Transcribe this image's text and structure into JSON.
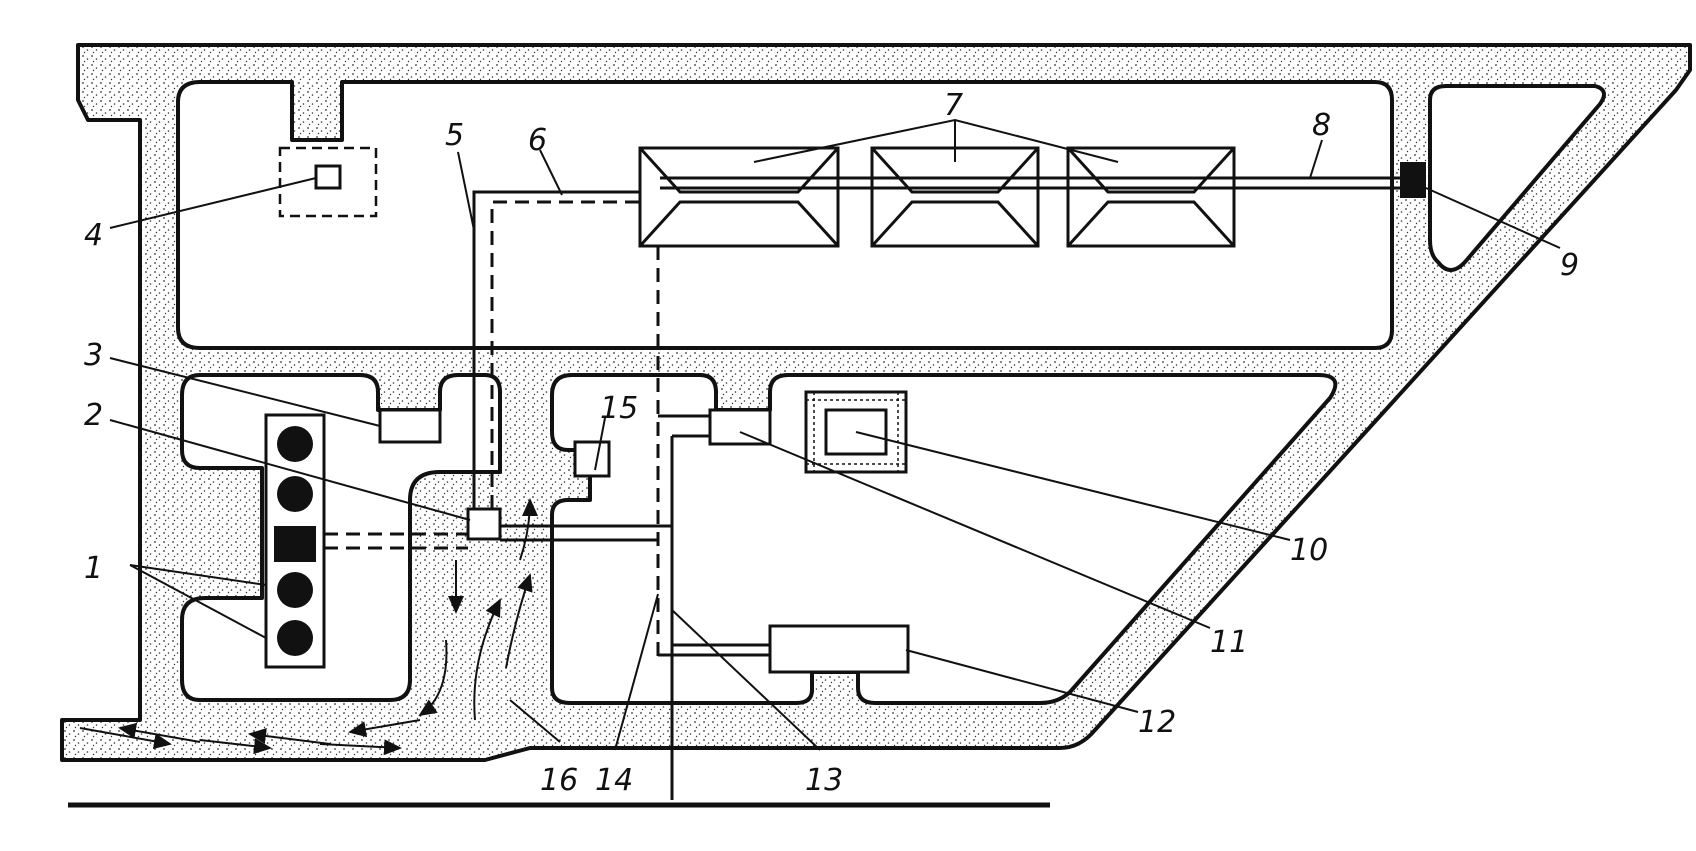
{
  "diagram": {
    "callouts": [
      {
        "id": "c1",
        "label": "1"
      },
      {
        "id": "c2",
        "label": "2"
      },
      {
        "id": "c3",
        "label": "3"
      },
      {
        "id": "c4",
        "label": "4"
      },
      {
        "id": "c5",
        "label": "5"
      },
      {
        "id": "c6",
        "label": "6"
      },
      {
        "id": "c7",
        "label": "7"
      },
      {
        "id": "c8",
        "label": "8"
      },
      {
        "id": "c9",
        "label": "9"
      },
      {
        "id": "c10",
        "label": "10"
      },
      {
        "id": "c11",
        "label": "11"
      },
      {
        "id": "c12",
        "label": "12"
      },
      {
        "id": "c13",
        "label": "13"
      },
      {
        "id": "c14",
        "label": "14"
      },
      {
        "id": "c15",
        "label": "15"
      },
      {
        "id": "c16",
        "label": "16"
      }
    ]
  },
  "colors": {
    "ink": "#111111",
    "fill": "#ffffff"
  }
}
